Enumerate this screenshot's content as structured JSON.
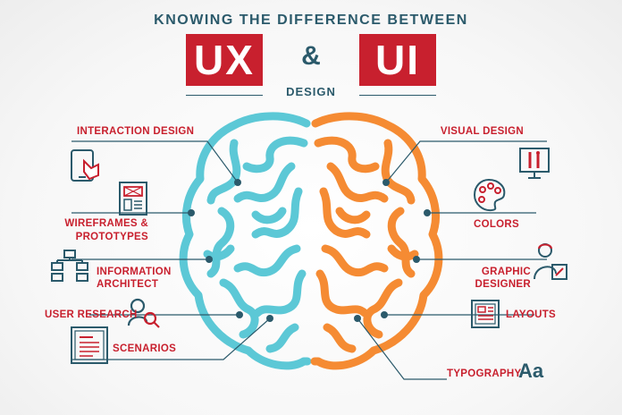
{
  "header": {
    "top_title": "KNOWING THE DIFFERENCE BETWEEN",
    "ux": "UX",
    "ampersand": "&",
    "ui": "UI",
    "design": "DESIGN"
  },
  "ux_items": {
    "interaction_design": "INTERACTION DESIGN",
    "wireframes_1": "WIREFRAMES &",
    "wireframes_2": "PROTOTYPES",
    "information_1": "INFORMATION",
    "information_2": "ARCHITECT",
    "user_research": "USER RESEARCH",
    "scenarios": "SCENARIOS"
  },
  "ui_items": {
    "visual_design": "VISUAL DESIGN",
    "colors": "COLORS",
    "graphic_1": "GRAPHIC",
    "graphic_2": "DESIGNER",
    "layouts": "LAYOUTS",
    "typography": "TYPOGRAPHY",
    "typography_icon_text": "Aa"
  },
  "colors": {
    "accent_red": "#c8202e",
    "navy": "#2b5a6b",
    "ux_brain": "#5cc8d6",
    "ui_brain": "#f58b33"
  },
  "icons": [
    "tablet-touch-icon",
    "wireframe-doc-icon",
    "sitemap-icon",
    "user-search-icon",
    "scenario-doc-icon",
    "monitor-tools-icon",
    "palette-icon",
    "designer-icon",
    "layout-icon",
    "typography-icon"
  ]
}
